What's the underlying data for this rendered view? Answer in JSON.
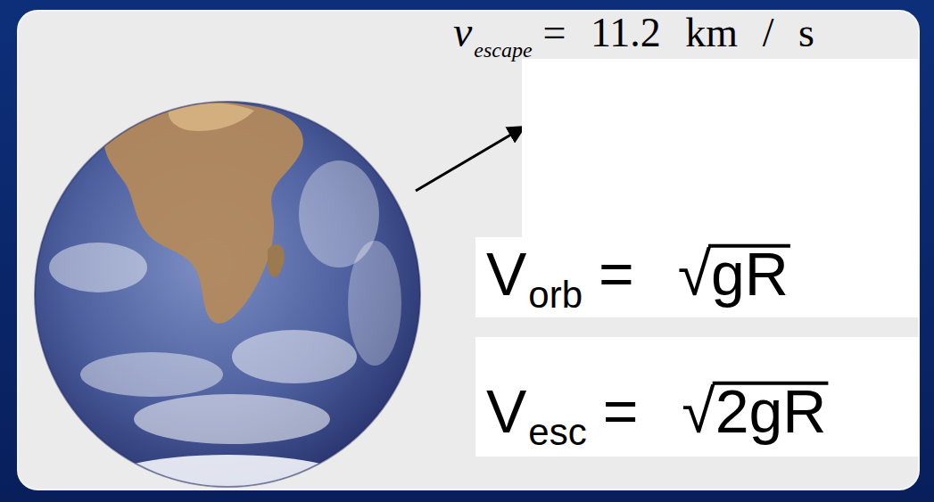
{
  "diagram": {
    "labels": [
      "v",
      "escape",
      "= 11.2 km / s",
      "V",
      "orb",
      "= √gR",
      "V",
      "esc",
      "= √2gR"
    ]
  }
}
